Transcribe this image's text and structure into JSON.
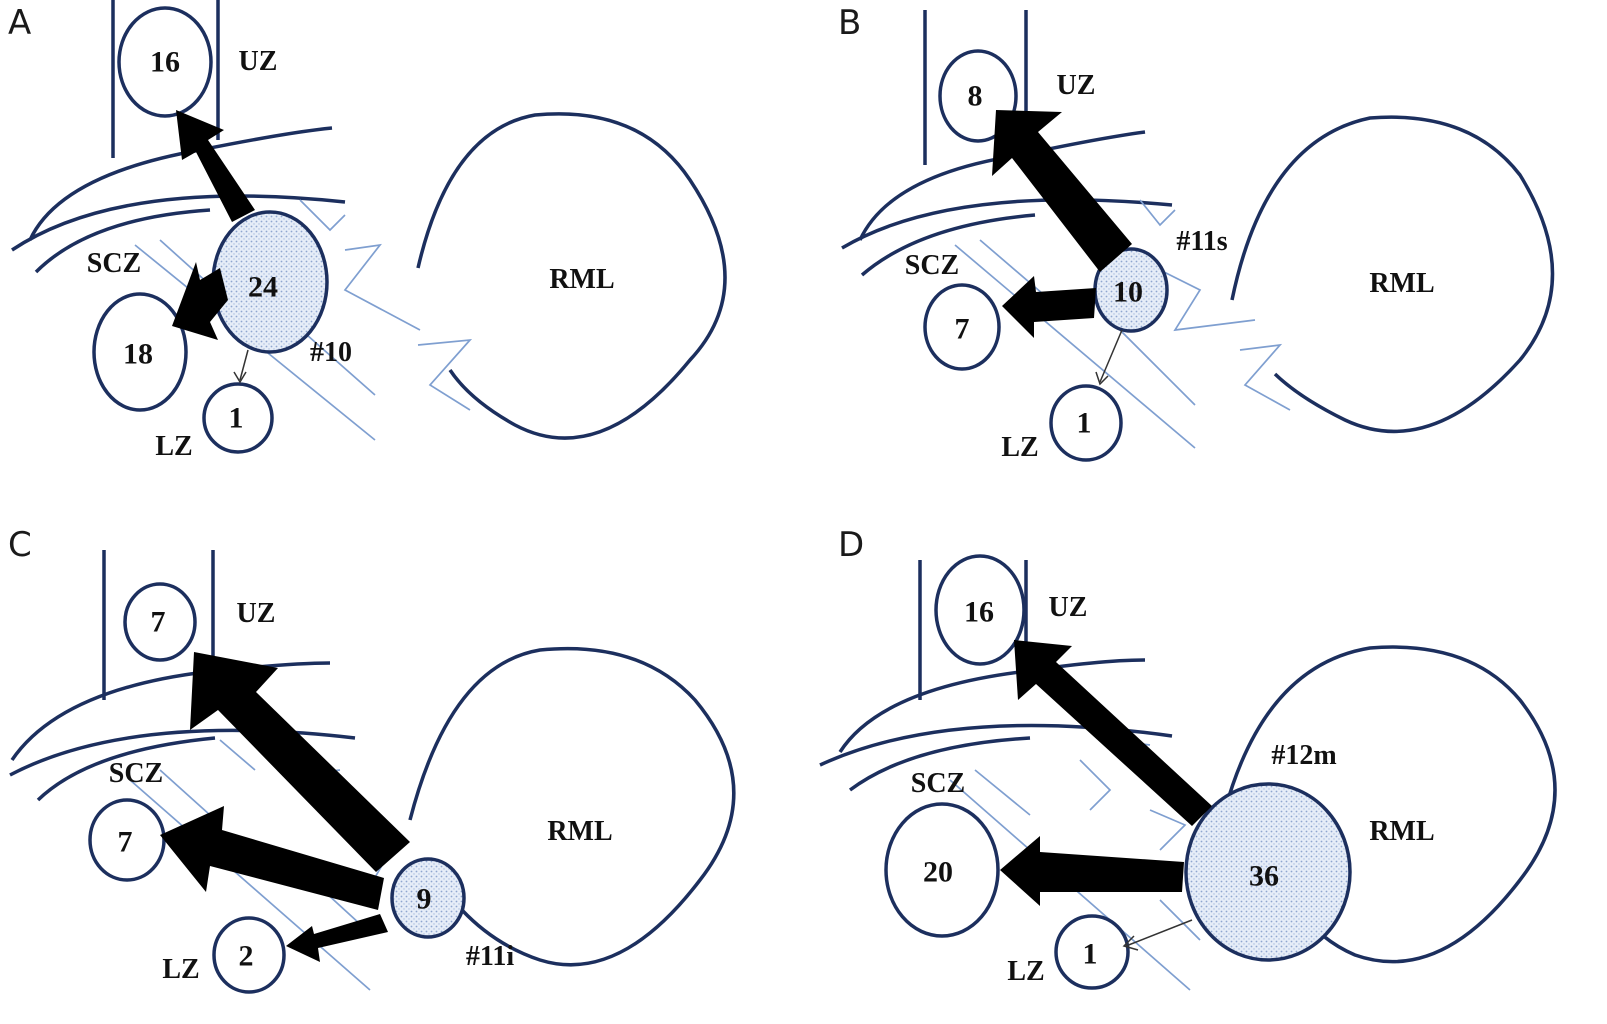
{
  "panels": [
    {
      "letter": "A",
      "station_label": "#10",
      "lung_label": "RML",
      "nodes": [
        {
          "zone": "UZ",
          "count": "16",
          "label": "UZ"
        },
        {
          "zone": "SCZ",
          "count": "18",
          "label": "SCZ"
        },
        {
          "zone": "LZ",
          "count": "1",
          "label": "LZ"
        },
        {
          "zone": "station",
          "count": "24",
          "label": ""
        }
      ]
    },
    {
      "letter": "B",
      "station_label": "#11s",
      "lung_label": "RML",
      "nodes": [
        {
          "zone": "UZ",
          "count": "8",
          "label": "UZ"
        },
        {
          "zone": "SCZ",
          "count": "7",
          "label": "SCZ"
        },
        {
          "zone": "LZ",
          "count": "1",
          "label": "LZ"
        },
        {
          "zone": "station",
          "count": "10",
          "label": ""
        }
      ]
    },
    {
      "letter": "C",
      "station_label": "#11i",
      "lung_label": "RML",
      "nodes": [
        {
          "zone": "UZ",
          "count": "7",
          "label": "UZ"
        },
        {
          "zone": "SCZ",
          "count": "7",
          "label": "SCZ"
        },
        {
          "zone": "LZ",
          "count": "2",
          "label": "LZ"
        },
        {
          "zone": "station",
          "count": "9",
          "label": ""
        }
      ]
    },
    {
      "letter": "D",
      "station_label": "#12m",
      "lung_label": "RML",
      "nodes": [
        {
          "zone": "UZ",
          "count": "16",
          "label": "UZ"
        },
        {
          "zone": "SCZ",
          "count": "20",
          "label": "SCZ"
        },
        {
          "zone": "LZ",
          "count": "1",
          "label": "LZ"
        },
        {
          "zone": "station",
          "count": "36",
          "label": ""
        }
      ]
    }
  ],
  "colors": {
    "outline": "#1c2f5e",
    "vessel": "#7f9fd0",
    "arrow": "#000000",
    "node_fill_station": "#dfe8f6"
  }
}
